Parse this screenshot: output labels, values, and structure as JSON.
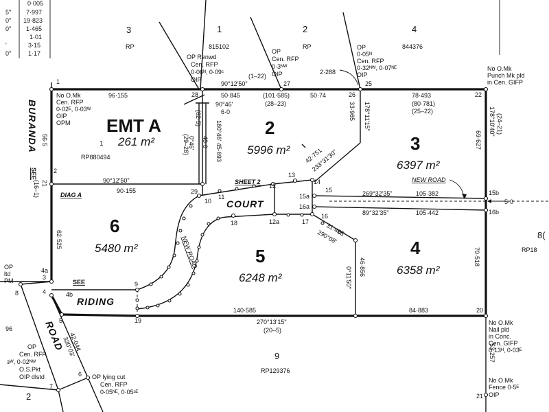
{
  "title": "",
  "table": {
    "rows": [
      "0·005",
      "7·997",
      "19·823",
      "1·465",
      "1·01",
      "3·15",
      "1·17"
    ],
    "marks": [
      "5\"",
      "0\"",
      "0\"",
      "'",
      "0\""
    ]
  },
  "neighbours": {
    "lot3": "3",
    "lot3_rp": "RP",
    "lot1": "1",
    "lot1_rp": "815102",
    "lot2": "2",
    "lot2_rp": "RP",
    "lot4": "4",
    "lot4_rp": "844376",
    "lot9": "9",
    "lot9_rp": "RP129376",
    "lot2sw": "2",
    "lot96": "96",
    "east": "8(",
    "east_rp": "RP18"
  },
  "lots": {
    "l1": {
      "no": "1",
      "area": "261 m²",
      "rp": "RP880494"
    },
    "l2": {
      "no": "2",
      "area": "5996 m²"
    },
    "l3": {
      "no": "3",
      "area": "6397 m²"
    },
    "l4": {
      "no": "4",
      "area": "6358 m²"
    },
    "l5": {
      "no": "5",
      "area": "6248 m²"
    },
    "l6": {
      "no": "6",
      "area": "5480 m²"
    }
  },
  "easement": "EMT A",
  "roads": {
    "buranda": "BURANDA",
    "court": "COURT",
    "riding": "RIDING",
    "road": "ROAD",
    "see1": "SEE",
    "see2": "SEE",
    "new_road1": "NEW ROAD",
    "new_road2": "NEW ROAD",
    "diag_a": "DIAG A",
    "sheet2": "SHEET 2"
  },
  "dims": {
    "d96155": "96·155",
    "d50845": "50·845",
    "d10158": "(101·585)",
    "d2823": "(28–23)",
    "d5074": "50·74",
    "d78493": "78·493",
    "d80781": "(80·781)",
    "d2522": "(25–22)",
    "b901250": "90°12'50\"",
    "d122": "(1–22)",
    "d565": "56·5",
    "b1781115": "178°11'15\"",
    "d33965": "33·965",
    "b1781040": "178°10'40\"",
    "d2421": "(24–21)",
    "d69627": "69·627",
    "b90125b": "90°12'50\"",
    "d90155": "90·155",
    "d16": "(16–1)",
    "d21": "21",
    "b904660": "90°46'",
    "d60": "6·0",
    "d2928": "(29–28)",
    "d046": "0°46'",
    "d625": "(62·5)",
    "d4010": "40·0",
    "b1804645": "180°46' 45·693",
    "d42751": "42·751",
    "b2333130": "233°31'30\"",
    "b2693235": "269°32'35\"",
    "d105382": "105·382",
    "b893235": "89°32'35\"",
    "d105442": "105·442",
    "d50": "5·0",
    "d62525": "62·525",
    "d31485": "31·485",
    "b290008": "290°08'",
    "b01150": "0°11'50\"",
    "d46856": "46·856",
    "d70518": "70·518",
    "d140585": "140·585",
    "b2701315": "270°13'15\"",
    "d205": "(20–5)",
    "d84883": "84·883",
    "d53257": "53·257",
    "d42044": "42·044",
    "b3300": "330°03'"
  },
  "notes": {
    "n28a": "OP Renwd",
    "n28b": "Cen. RFP",
    "n28c": "0·06ᴺ, 0·09ᶜ",
    "n28d": "OIP",
    "n27a": "OP",
    "n27b": "Cen. RFP",
    "n27c": "0·3ᴺᵂ",
    "n27d": "OIP",
    "n25a": "OP",
    "n25b": "0·05ᴺ",
    "n25c": "Cen. RFP",
    "n25d": "0·32ᴺᵂ, 0·07ᴺᴱ",
    "n25e": "OIP",
    "n2288": "2·288",
    "n22a": "No O.Mk",
    "n22b": "Punch Mk pld",
    "n22c": "in Cen. GIFP",
    "n1a": "No O.Mk",
    "n1b": "Cen. RFP",
    "n1c": "0·02ᴱ, 0·03ᵂ",
    "n1d": "OIP",
    "n1e": "OPM",
    "n4a": "OP",
    "n4b": "ltd",
    "n4c": "PM",
    "n20a": "No O.Mk",
    "n20b": "Nail pld",
    "n20c": "in Conc.",
    "n20d": "Cen. GIFP",
    "n20e": "0·13ᴴ, 0·03ᴱ",
    "n21a": "No O.Mk",
    "n21b": "Fence 0·5ᴱ",
    "n21c": "OIP",
    "n6a": "OP lying cut",
    "n6b": "Cen. RFP",
    "n6c": "0·05ᴺᴱ, 0·05ˢᴱ",
    "n7a": "OP",
    "n7b": "Cen. RFP",
    "n7c": "ɜᵂ, 0·02ᴺᵂ",
    "n7d": "O.S.Pkt",
    "n7e": "OIP dlstd"
  },
  "pts": {
    "p1": "1",
    "p2": "2",
    "p3": "3",
    "p4": "4",
    "p4a": "4a",
    "p4b": "4b",
    "p5": "5",
    "p6": "6",
    "p7": "7",
    "p8": "8",
    "p9": "9",
    "p10": "10",
    "p11": "11",
    "p12": "12",
    "p12a": "12a",
    "p13": "13",
    "p14": "14",
    "p15": "15",
    "p15a": "15a",
    "p15b": "15b",
    "p16": "16",
    "p16a": "16a",
    "p16b": "16b",
    "p17": "17",
    "p18": "18",
    "p19": "19",
    "p20": "20",
    "p21": "21",
    "p22": "22",
    "p25": "25",
    "p26": "26",
    "p27": "27",
    "p28": "28",
    "p29": "29"
  }
}
